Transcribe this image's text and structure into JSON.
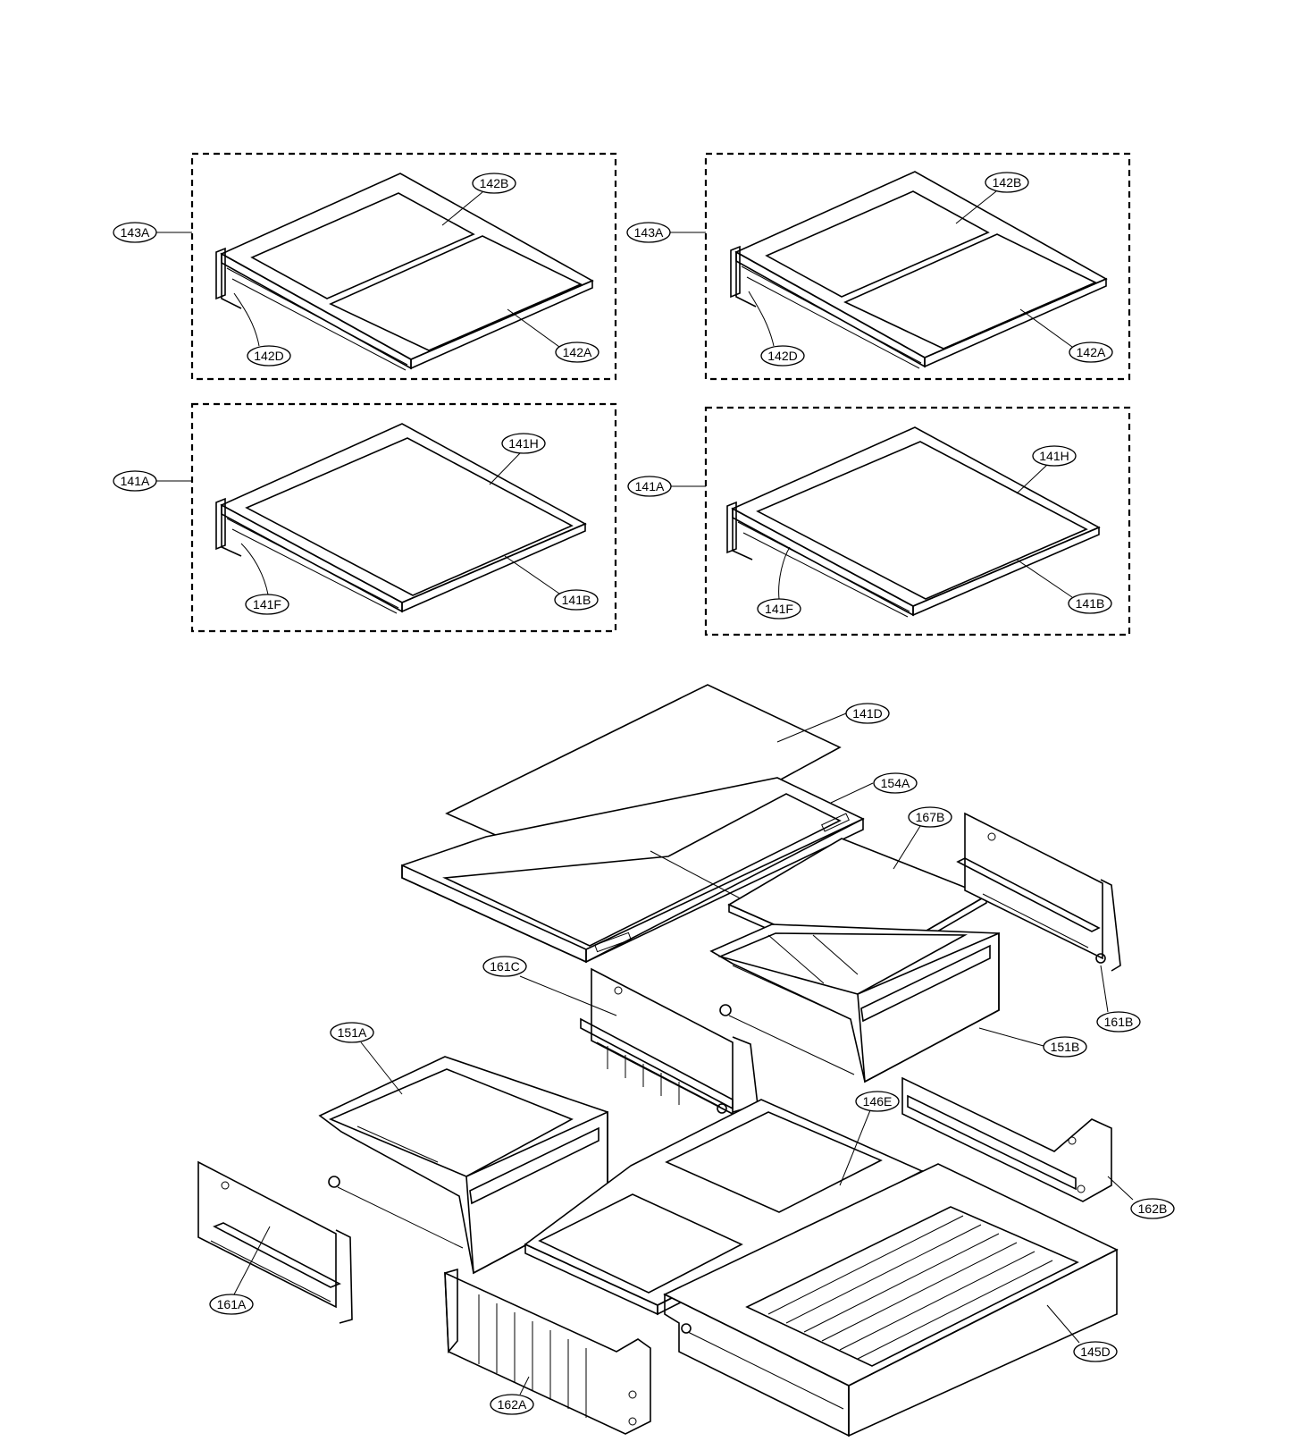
{
  "callouts": {
    "tl_143A": "143A",
    "tl_142B": "142B",
    "tl_142D": "142D",
    "tl_142A": "142A",
    "tr_143A": "143A",
    "tr_142B": "142B",
    "tr_142D": "142D",
    "tr_142A": "142A",
    "ml_141A": "141A",
    "ml_141H": "141H",
    "ml_141F": "141F",
    "ml_141B": "141B",
    "mr_141A": "141A",
    "mr_141H": "141H",
    "mr_141F": "141F",
    "mr_141B": "141B",
    "p_141D": "141D",
    "p_154A": "154A",
    "p_167B": "167B",
    "p_161C": "161C",
    "p_161B": "161B",
    "p_151A": "151A",
    "p_151B": "151B",
    "p_146E": "146E",
    "p_162B": "162B",
    "p_161A": "161A",
    "p_145D": "145D",
    "p_162A": "162A"
  }
}
